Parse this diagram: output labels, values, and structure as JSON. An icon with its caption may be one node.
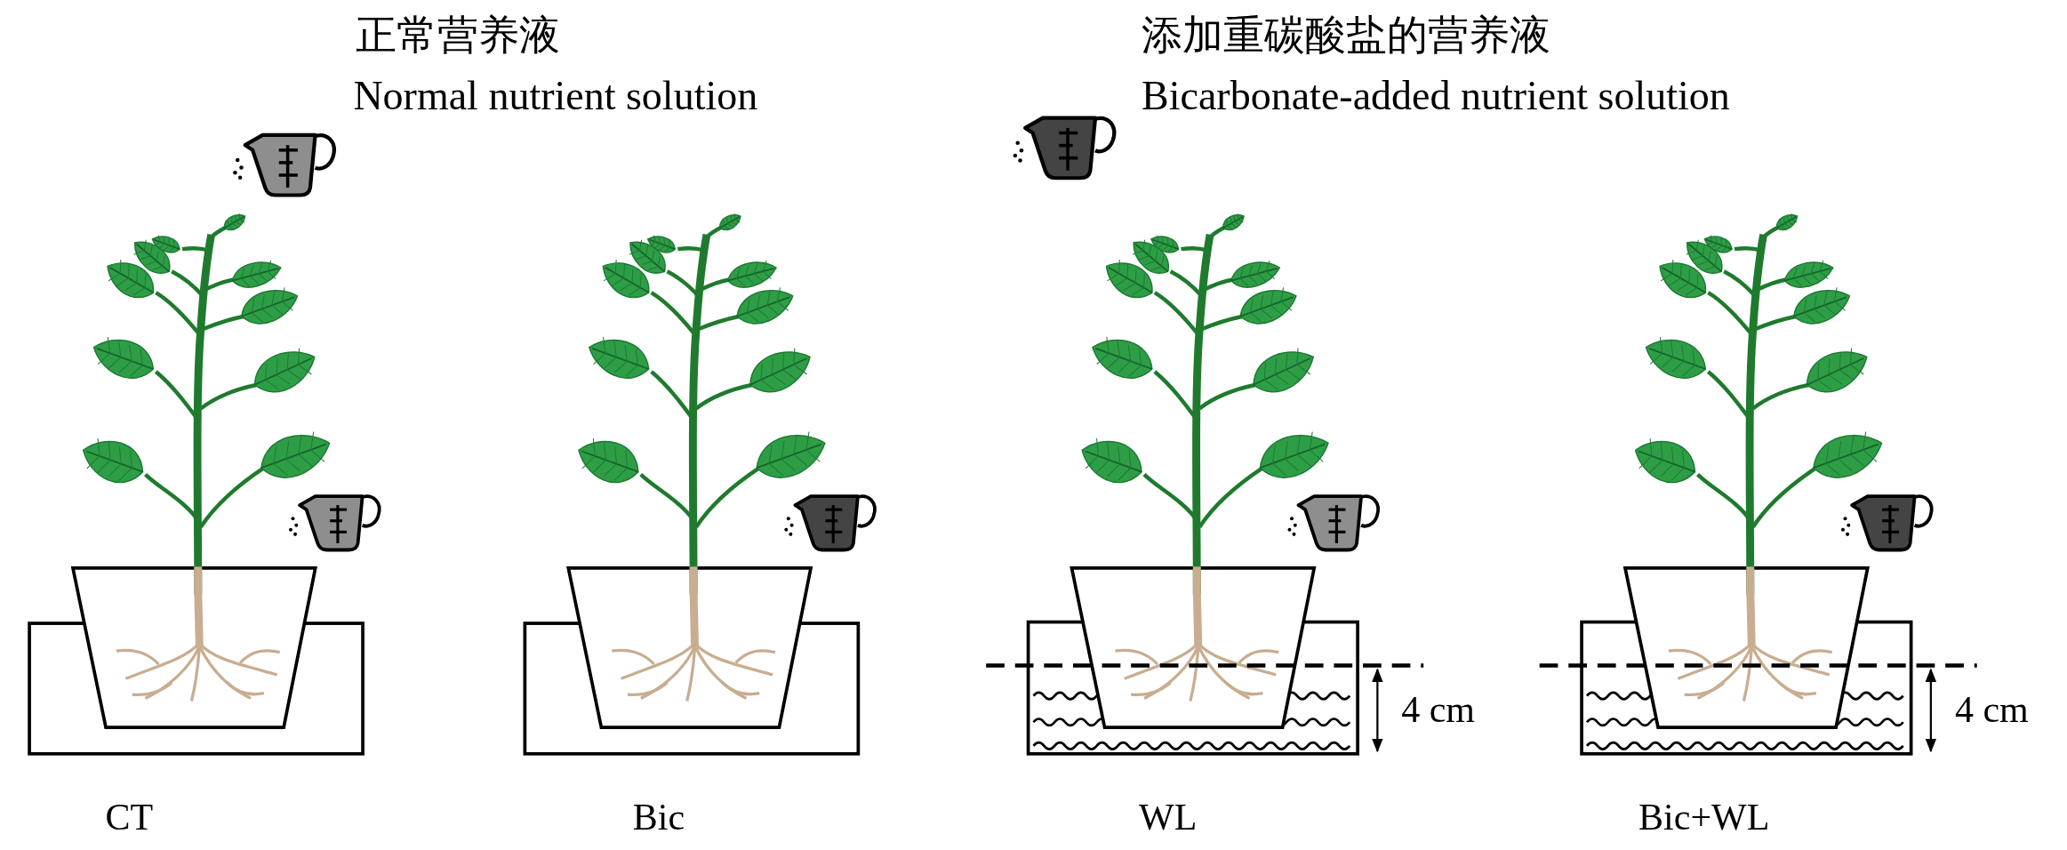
{
  "diagram": {
    "legend": [
      {
        "text": "正常营养液"
      },
      {
        "text": "Normal nutrient solution"
      },
      {
        "text": "添加重碳酸盐的营养液"
      },
      {
        "text": "Bicarbonate-added nutrient solution"
      }
    ],
    "labels": [
      "4 cm",
      "4 cm",
      "CT",
      "Bic",
      "WL",
      "Bic+WL"
    ]
  }
}
